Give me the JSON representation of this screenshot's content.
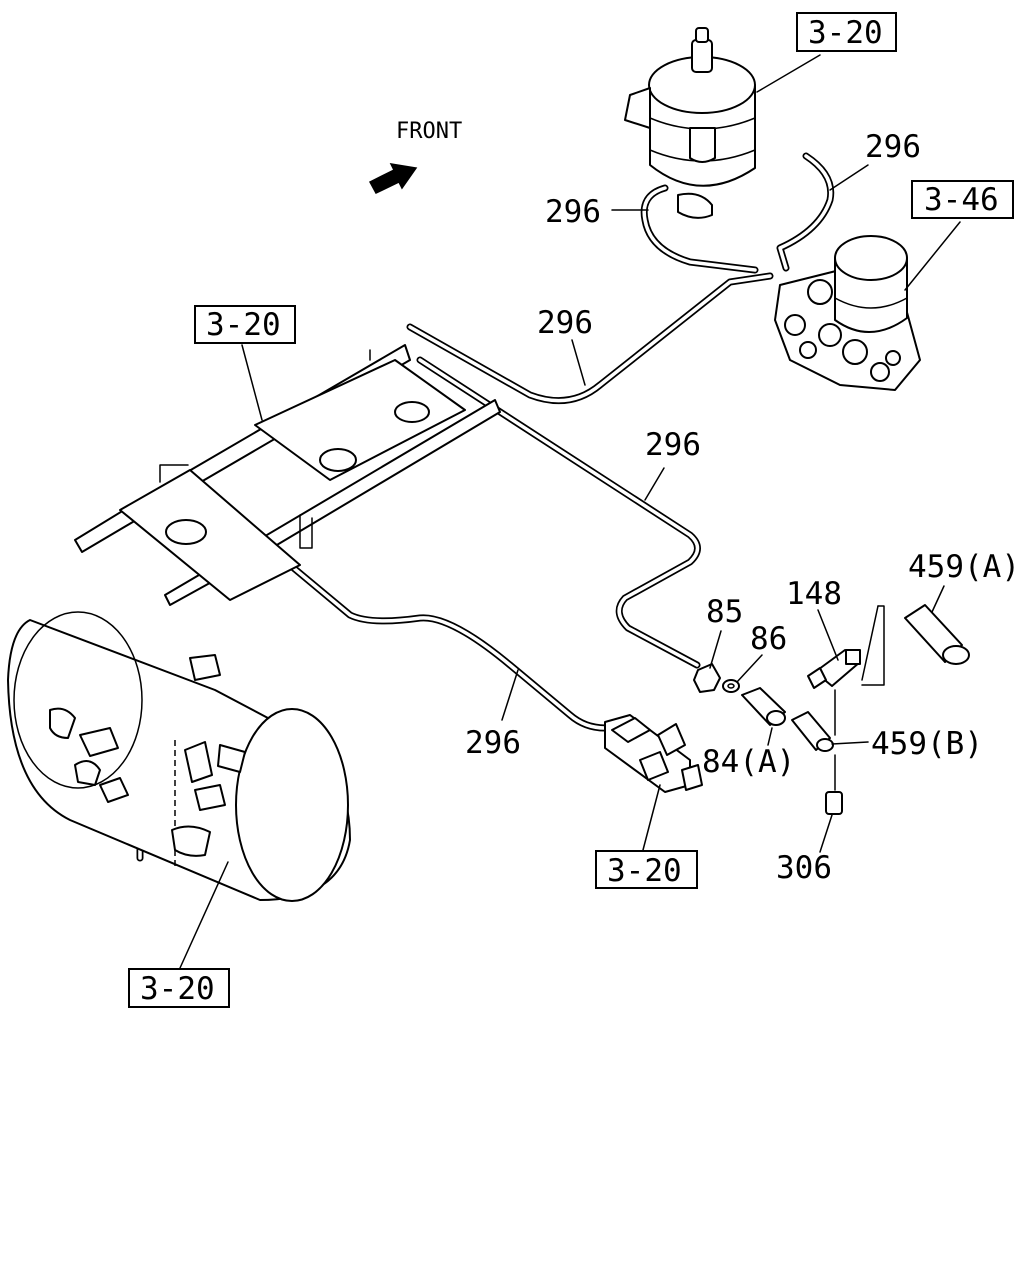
{
  "front_label": "FRONT",
  "refs": {
    "tank_top": "3-20",
    "dryer": "3-46",
    "frame": "3-20",
    "valve": "3-20",
    "tank_bottom": "3-20"
  },
  "parts": {
    "pipe_top_left": "296",
    "pipe_top_right": "296",
    "pipe_mid": "296",
    "pipe_right": "296",
    "pipe_lower": "296",
    "nut": "85",
    "washer": "86",
    "tee": "148",
    "switch_a": "459(A)",
    "switch_b": "459(B)",
    "connector": "84(A)",
    "plug": "306"
  }
}
